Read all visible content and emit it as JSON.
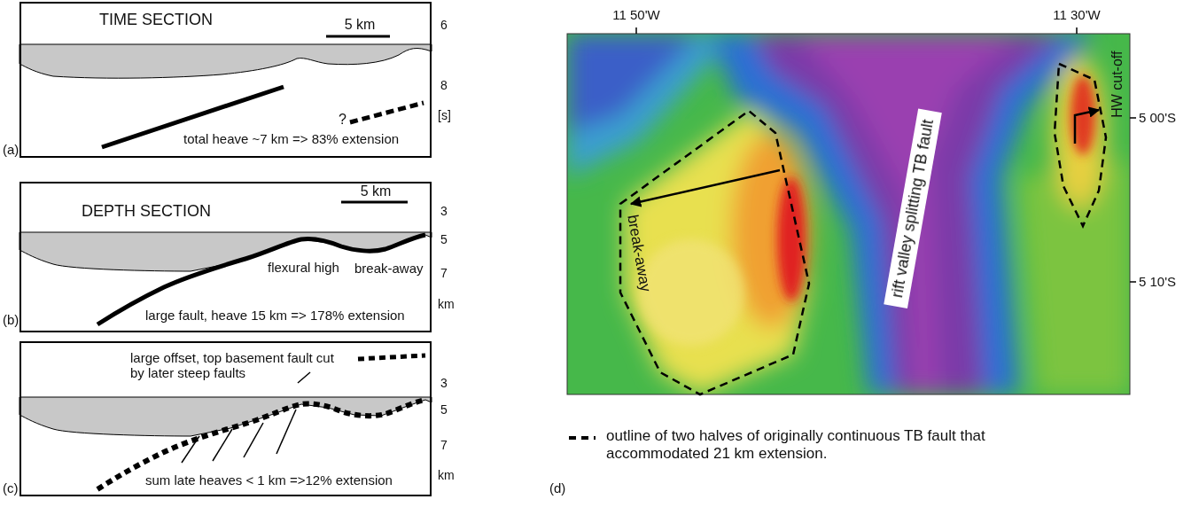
{
  "diagram": {
    "nodes": [
      {
        "text": [
          "TIME SECTION",
          "5 km",
          "?",
          "total heave ~7 km => 83% extension"
        ]
      },
      {
        "text": [
          "DEPTH SECTION",
          "5 km",
          "flexural high",
          "break-away",
          "large fault, heave 15 km => 178% extension"
        ]
      },
      {
        "text": [
          "large offset, top basement fault cut by later steep faults",
          "sum late heaves < 1 km =>12% extension"
        ]
      },
      {
        "text": [
          "break-away",
          "HW cut-off"
        ]
      },
      {
        "text": [
          "rift valley splitting TB fault"
        ],
        "in": 3
      }
    ],
    "labels": [
      "(a)",
      "(b)",
      "(c)",
      "(d)",
      "6",
      "8",
      "[s]",
      "3",
      "5",
      "7",
      "km",
      "3",
      "5",
      "7",
      "km",
      "11 50'W",
      "11 30'W",
      "5 00'S",
      "5 10'S"
    ],
    "legend": [
      {
        "text": "outline of two halves of originally continuous TB fault that accommodated 21 km extension."
      }
    ]
  }
}
